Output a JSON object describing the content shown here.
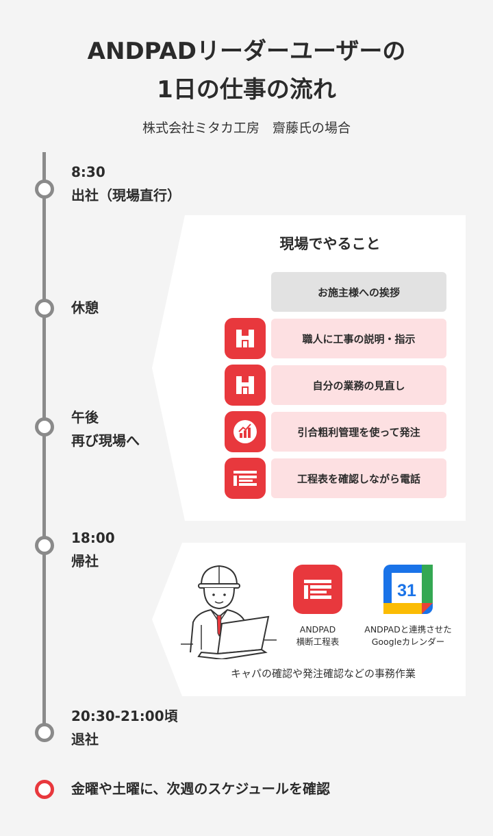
{
  "header": {
    "title_line1": "ANDPADリーダーユーザーの",
    "title_line2": "1日の仕事の流れ",
    "subtitle": "株式会社ミタカ工房　齋藤氏の場合"
  },
  "timeline": [
    {
      "line1": "8:30",
      "line2": "出社（現場直行）"
    },
    {
      "line1": "休憩"
    },
    {
      "line1": "午後",
      "line2": "再び現場へ"
    },
    {
      "line1": "18:00",
      "line2": "帰社"
    },
    {
      "line1": "20:30-21:00頃",
      "line2": "退社"
    }
  ],
  "site_tasks": {
    "title": "現場でやること",
    "items": [
      {
        "label": "お施主様への挨拶",
        "icon": "none"
      },
      {
        "label": "職人に工事の説明・指示",
        "icon": "andpad-construction-icon"
      },
      {
        "label": "自分の業務の見直し",
        "icon": "andpad-construction-icon"
      },
      {
        "label": "引合粗利管理を使って発注",
        "icon": "andpad-profit-chart-icon"
      },
      {
        "label": "工程表を確認しながら電話",
        "icon": "andpad-schedule-icon"
      }
    ]
  },
  "office_work": {
    "app1_line1": "ANDPAD",
    "app1_line2": "横断工程表",
    "app2_line1": "ANDPADと連携させた",
    "app2_line2": "Googleカレンダー",
    "gcal_day": "31",
    "note": "キャパの確認や発注確認などの事務作業"
  },
  "footer_note": "金曜や土曜に、次週のスケジュールを確認",
  "colors": {
    "accent": "#e8383d",
    "timeline": "#8a8a8a",
    "task_bg": "#fde0e2",
    "task_gray": "#e2e2e2"
  }
}
